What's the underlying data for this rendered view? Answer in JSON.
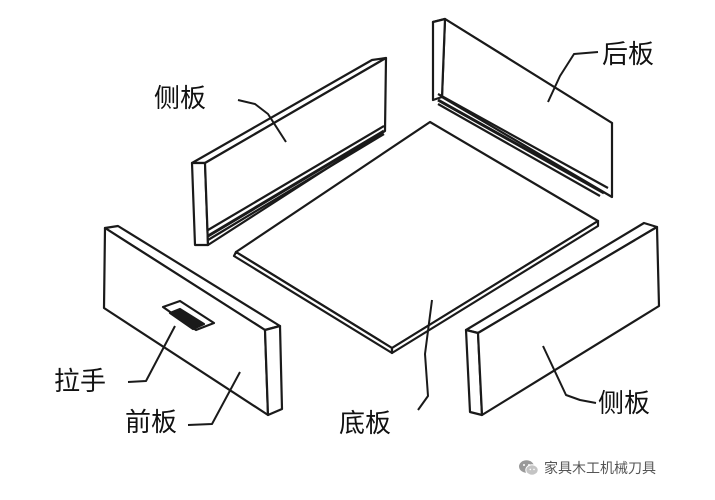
{
  "labels": {
    "side_panel_left": "侧板",
    "back_panel": "后板",
    "handle": "拉手",
    "front_panel": "前板",
    "bottom_panel": "底板",
    "side_panel_right": "侧板"
  },
  "watermark": {
    "text": "家具木工机械刀具",
    "icon": "wechat-icon"
  },
  "colors": {
    "line": "#1a1a1a",
    "panel_fill": "#ffffff",
    "background": "#ffffff",
    "watermark_text": "#555555"
  }
}
